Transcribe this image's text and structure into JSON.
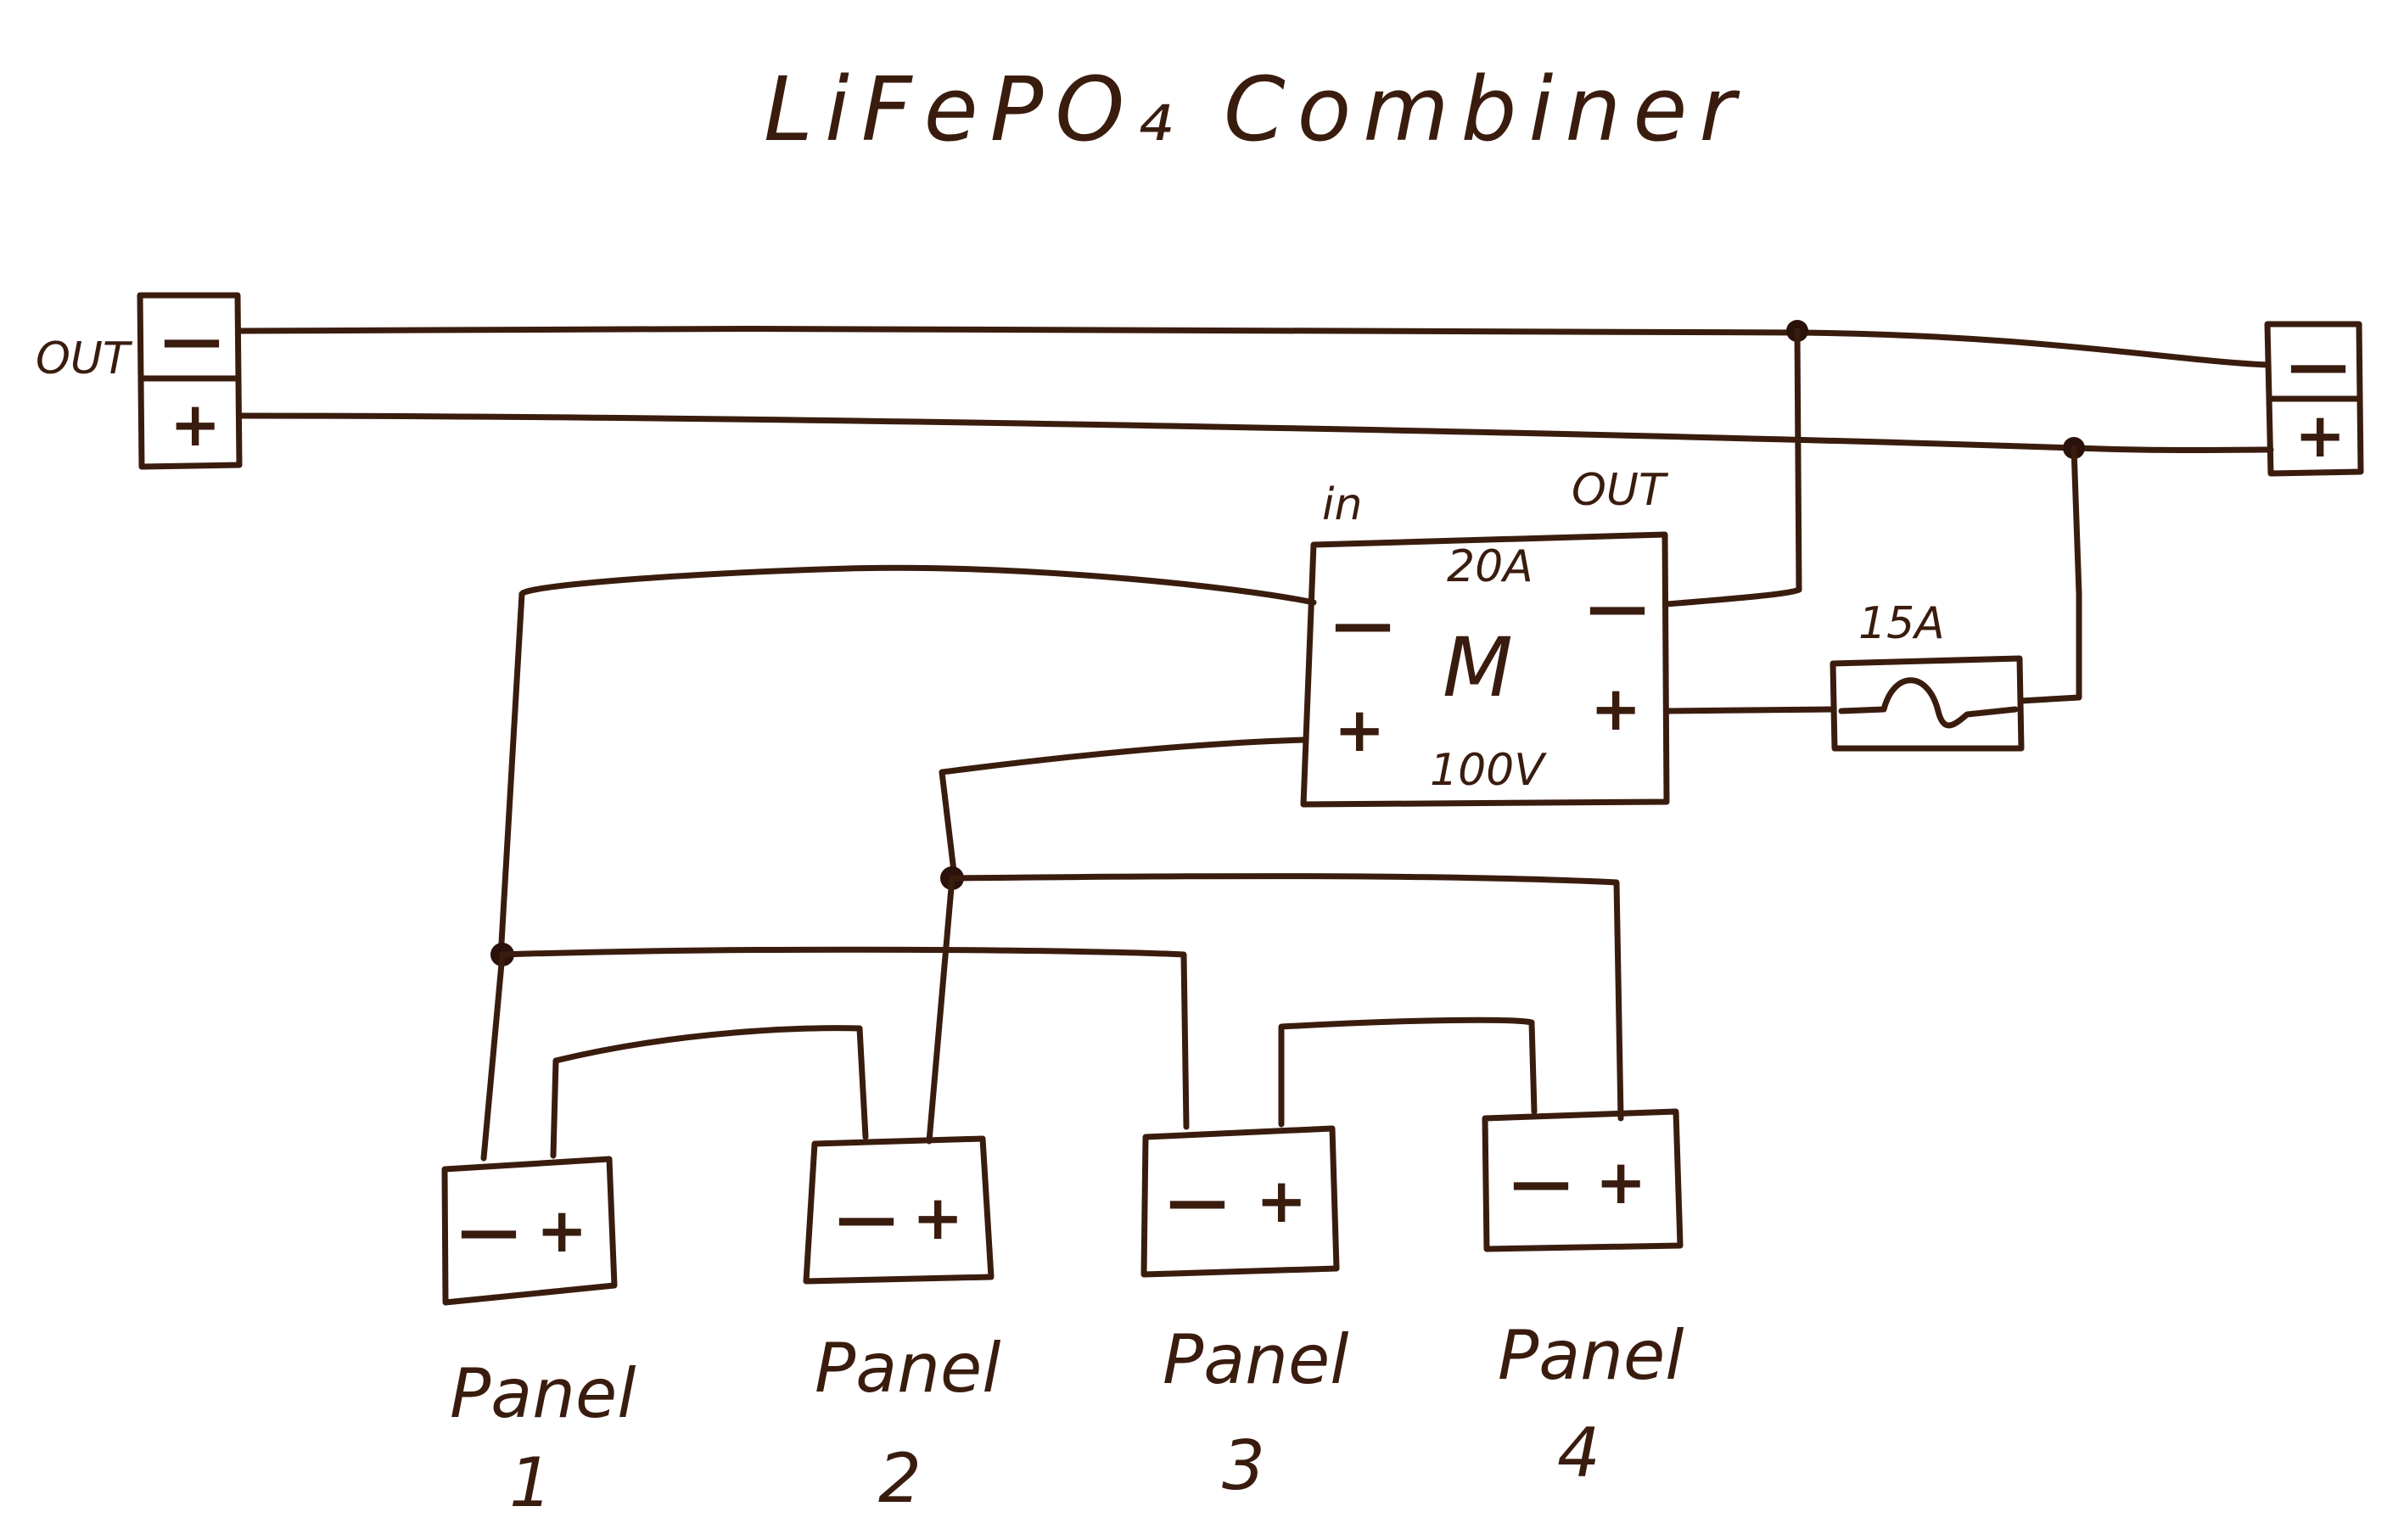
{
  "title": "LiFePO₄ Combiner",
  "left_terminal": {
    "side_label": "OUT",
    "minus": "—",
    "plus": "+"
  },
  "right_terminal": {
    "minus": "—",
    "plus": "+"
  },
  "controller": {
    "in_label": "in",
    "out_label": "OUT",
    "current_rating": "20A",
    "symbol": "M",
    "voltage_rating": "100V",
    "in_minus": "—",
    "in_plus": "+",
    "out_minus": "—",
    "out_plus": "+"
  },
  "fuse": {
    "rating": "15A"
  },
  "panels": [
    {
      "minus": "—",
      "plus": "+",
      "name": "Panel",
      "number": "1"
    },
    {
      "minus": "—",
      "plus": "+",
      "name": "Panel",
      "number": "2"
    },
    {
      "minus": "—",
      "plus": "+",
      "name": "Panel",
      "number": "3"
    },
    {
      "minus": "—",
      "plus": "+",
      "name": "Panel",
      "number": "4"
    }
  ]
}
